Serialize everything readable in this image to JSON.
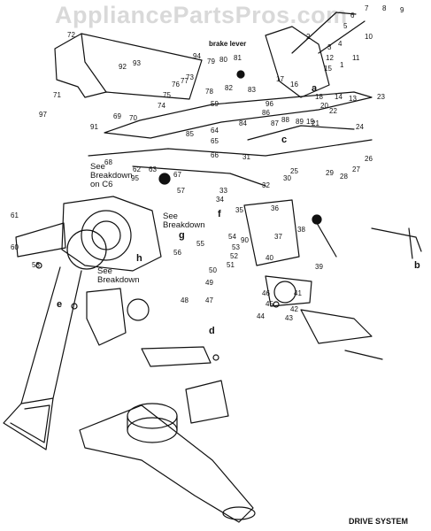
{
  "watermark": "AppliancePartsPros.com",
  "caption": "DRIVE SYSTEM",
  "brake_lever": "brake lever",
  "notes": {
    "breakdown_c6": "See\nBreakdown\non C6",
    "breakdown_mid": "See\nBreakdown",
    "breakdown_low": "See\nBreakdown"
  },
  "callouts": [
    "1",
    "2",
    "3",
    "4",
    "5",
    "6",
    "7",
    "8",
    "9",
    "10",
    "11",
    "12",
    "13",
    "14",
    "15",
    "16",
    "17",
    "18",
    "19",
    "20",
    "21",
    "22",
    "23",
    "24",
    "25",
    "26",
    "27",
    "28",
    "29",
    "30",
    "31",
    "32",
    "33",
    "34",
    "35",
    "36",
    "37",
    "38",
    "39",
    "40",
    "41",
    "42",
    "43",
    "44",
    "45",
    "46",
    "47",
    "48",
    "49",
    "50",
    "51",
    "52",
    "53",
    "54",
    "55",
    "56",
    "57",
    "58",
    "59",
    "60",
    "61",
    "62",
    "63",
    "64",
    "65",
    "66",
    "67",
    "68",
    "69",
    "70",
    "71",
    "72",
    "73",
    "74",
    "75",
    "76",
    "77",
    "78",
    "79",
    "80",
    "81",
    "82",
    "83",
    "84",
    "85",
    "86",
    "87",
    "88",
    "89",
    "90",
    "91",
    "92",
    "93",
    "94",
    "95",
    "96",
    "97",
    "a",
    "b",
    "c",
    "d",
    "e",
    "f",
    "g",
    "h"
  ],
  "colors": {
    "ink": "#111111",
    "watermark": "#d9d9d9",
    "paper": "#ffffff"
  }
}
